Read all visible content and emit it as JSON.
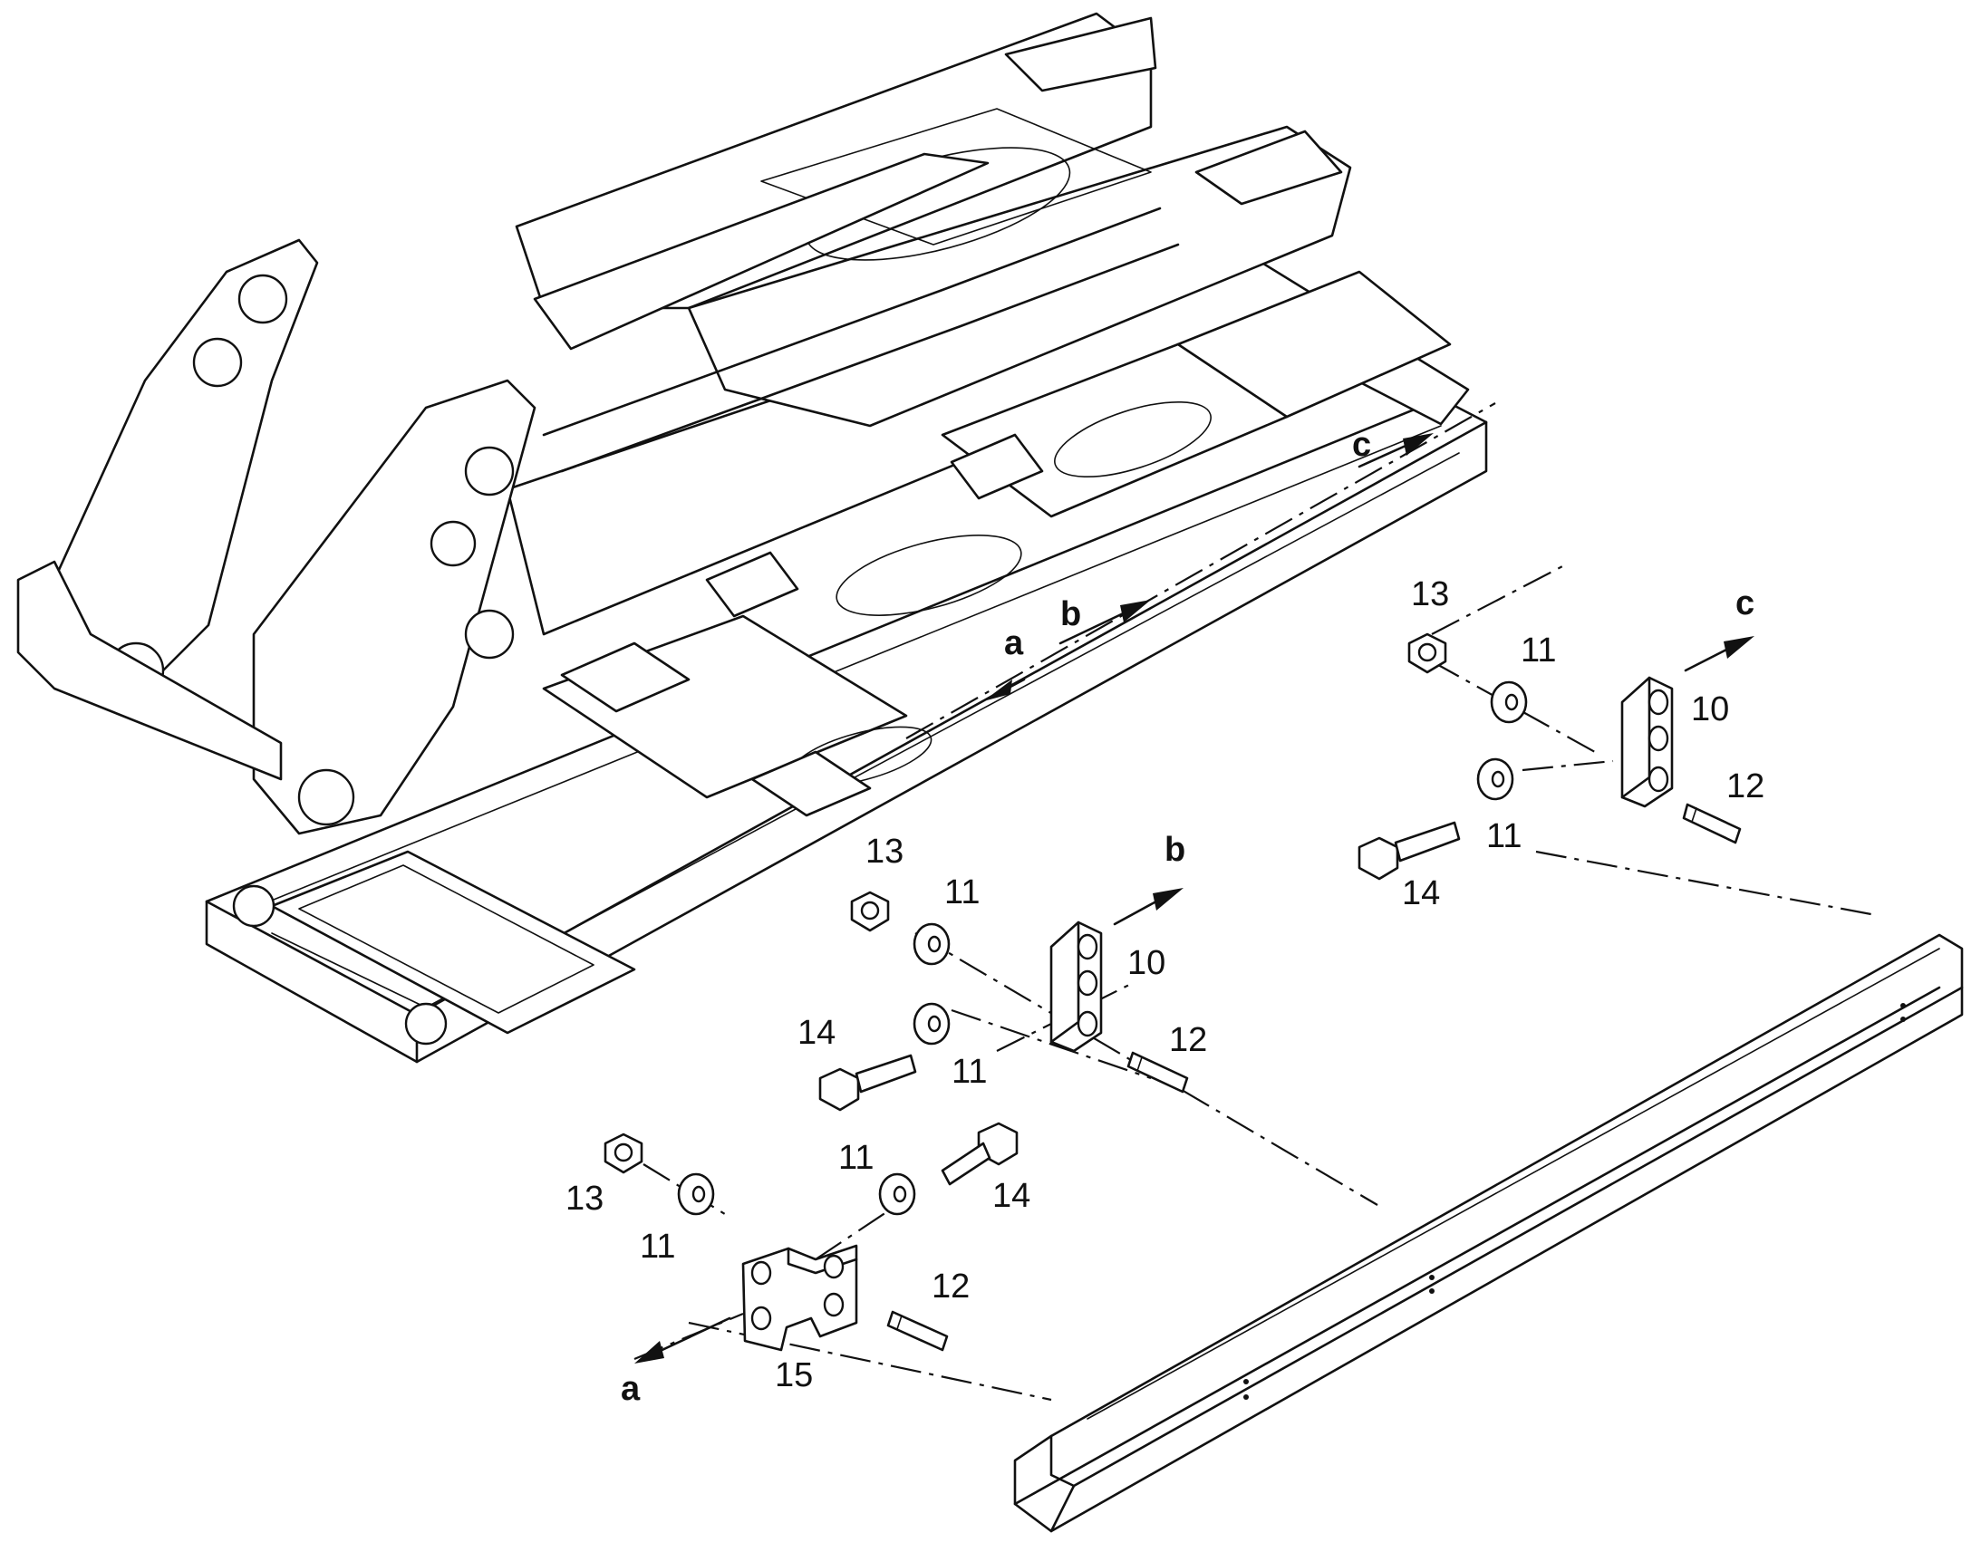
{
  "labels": {
    "nut": "13",
    "washer": "11",
    "bracket_straight": "10",
    "stud": "12",
    "bolt": "14",
    "bracket_channel": "15",
    "conn_a": "a",
    "conn_b": "b",
    "conn_c": "c"
  },
  "icons": {
    "arrow": "arrow-icon"
  }
}
